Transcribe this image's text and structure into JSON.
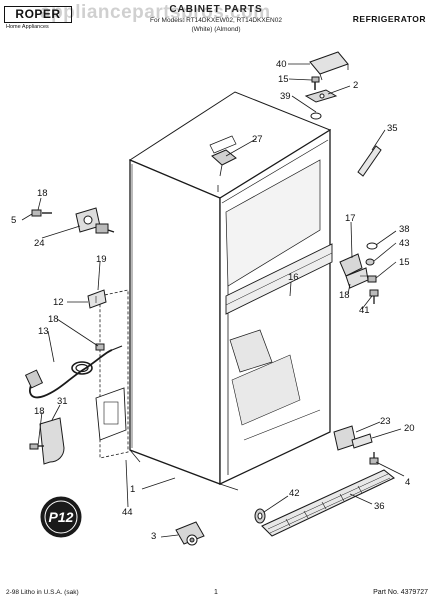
{
  "header": {
    "brand": "ROPER",
    "brand_sub": "Home Appliances",
    "title": "CABINET PARTS",
    "models": "For Models: RT14DKXEW02, RT14DKXEN02",
    "variants": "(White)        (Almond)",
    "product": "REFRIGERATOR",
    "watermark": "appliancepartspros.com"
  },
  "callouts": [
    "40",
    "15",
    "2",
    "39",
    "35",
    "27",
    "18",
    "5",
    "24",
    "17",
    "38",
    "43",
    "15",
    "18",
    "16",
    "41",
    "19",
    "12",
    "18",
    "13",
    "31",
    "18",
    "23",
    "20",
    "4",
    "1",
    "44",
    "42",
    "36",
    "3"
  ],
  "badge": "P12",
  "footer": {
    "left": "2-98 Litho in U.S.A. (sak)",
    "page": "1",
    "part": "Part No. 4379727"
  }
}
